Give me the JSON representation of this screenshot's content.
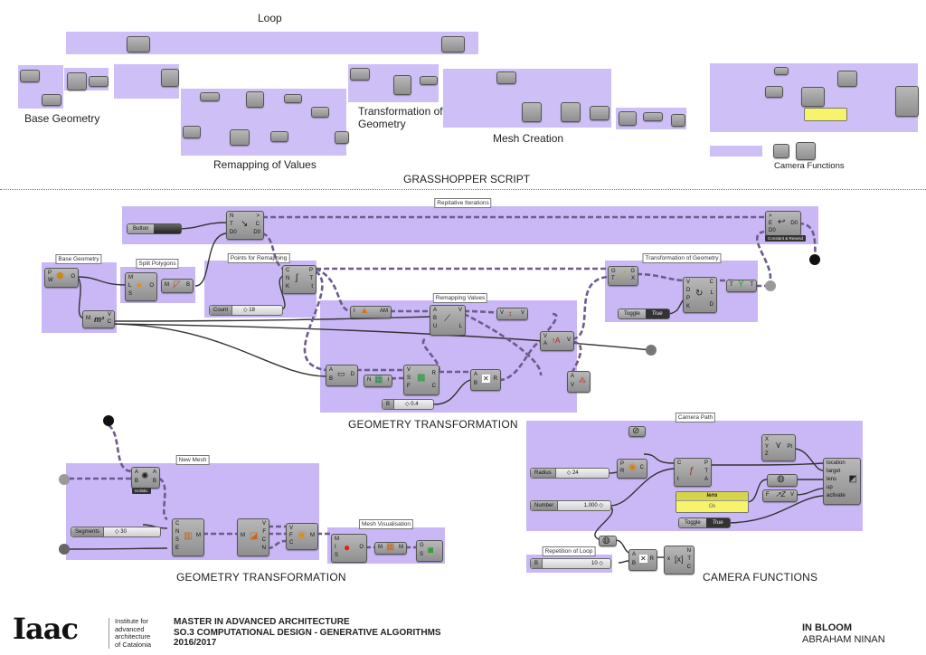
{
  "overview": {
    "title_caption": "GRASSHOPPER SCRIPT",
    "captions": {
      "loop": "Loop",
      "base_geometry": "Base Geometry",
      "remapping": "Remapping of Values",
      "transformation": "Transformation of Geometry",
      "mesh_creation": "Mesh Creation",
      "camera_functions": "Camera Functions"
    }
  },
  "detail": {
    "geometry_transformation_caption": "GEOMETRY TRANSFORMATION",
    "mesh_section_caption": "GEOMETRY TRANSFORMATION",
    "camera_caption": "CAMERA FUNCTIONS",
    "groups": {
      "repetitive_iterations": "Repitative Iterations",
      "base_geometry": "Base Geometry",
      "split_polygons": "Split Polygons",
      "points_for_remapping": "Points for Remapping",
      "remapping_values": "Remapping Values",
      "transformation_of_geometry": "Transformation of Geometry",
      "new_mesh": "New Mesh",
      "mesh_visualisation": "Mesh Visualisation",
      "camera_path": "Camera Path",
      "repetition_of_loop": "Repetition of Loop"
    },
    "controls": {
      "button": {
        "label": "Button"
      },
      "count_slider": {
        "label": "Count",
        "value": "◇ 18"
      },
      "remap_slider": {
        "label": "B",
        "value": "◇ 0.4"
      },
      "transform_toggle": {
        "label": "Toggle",
        "value": "True"
      },
      "segments_slider": {
        "label": "Segments",
        "value": "◇ 30"
      },
      "radius_slider": {
        "label": "Radius",
        "value": "◇ 24"
      },
      "number_slider": {
        "label": "Number",
        "value": "1.000 ◇"
      },
      "lens_panel": {
        "title": "lens",
        "value": "Ok"
      },
      "camera_toggle": {
        "label": "Toggle",
        "value": "True"
      },
      "loop_slider": {
        "label": "B",
        "value": "10 ◇"
      }
    },
    "component_labels": {
      "constant_resend": "Constant & Resend",
      "holistic": "Holistic"
    },
    "camera_outputs": [
      "location",
      "target",
      "lens",
      "up",
      "activate"
    ]
  },
  "footer": {
    "logo": "Iaac",
    "institute": [
      "Institute for",
      "advanced",
      "architecture",
      "of Catalonia"
    ],
    "program": "MASTER IN ADVANCED ARCHITECTURE",
    "course": "SO.3 COMPUTATIONAL DESIGN - GENERATIVE ALGORITHMS",
    "year": "2016/2017",
    "project_title": "IN BLOOM",
    "author": "ABRAHAM NINAN"
  },
  "colors": {
    "group_fill": "#c9b8f5",
    "node_fill": "#a3a3a3",
    "panel_yellow": "#f7f36a",
    "wire": "#333333"
  }
}
